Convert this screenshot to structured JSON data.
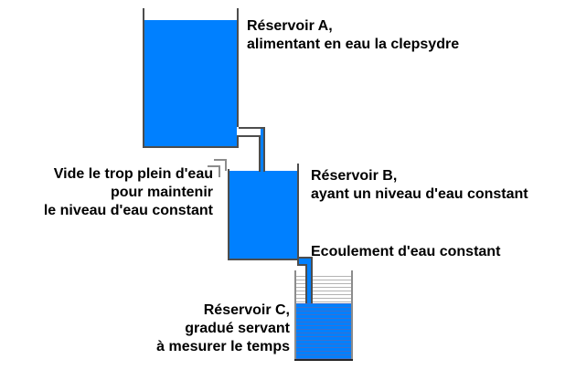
{
  "labels": {
    "reservoir_a": {
      "line1": "Réservoir A,",
      "line2": "alimentant en eau la clepsydre"
    },
    "overflow": {
      "line1": "Vide le trop plein d'eau",
      "line2": "pour maintenir",
      "line3": "le niveau d'eau constant"
    },
    "reservoir_b": {
      "line1": "Réservoir B,",
      "line2": "ayant un niveau d'eau constant"
    },
    "flow": {
      "line1": "Ecoulement d'eau constant"
    },
    "reservoir_c": {
      "line1": "Réservoir C,",
      "line2": "gradué servant",
      "line3": "à mesurer le temps"
    }
  },
  "colors": {
    "water": "#0080ff",
    "outline_dark": "#4d4d4d",
    "outline_black": "#262626",
    "wall_gray": "#8c8c8c",
    "graduation_gray": "#b3b3b3",
    "graduation_blue": "#3f6fca",
    "text": "#000000",
    "background": "#ffffff"
  }
}
